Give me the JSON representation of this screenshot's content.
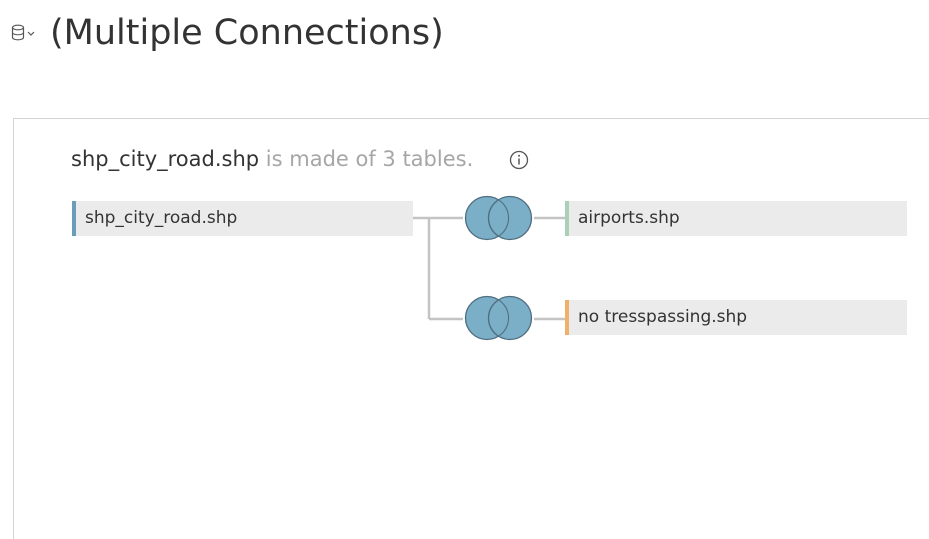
{
  "header": {
    "db_icon": "database-icon",
    "title": "(Multiple Connections)"
  },
  "summary": {
    "source_name": "shp_city_road.shp",
    "description": "is made of 3 tables.",
    "info_icon": "info-icon"
  },
  "tables": {
    "main": "shp_city_road.shp",
    "airports": "airports.shp",
    "no_trespassing": "no tresspassing.shp"
  },
  "joins": [
    {
      "type": "inner-join-icon",
      "left": "shp_city_road.shp",
      "right": "airports.shp"
    },
    {
      "type": "inner-join-icon",
      "left": "shp_city_road.shp",
      "right": "no tresspassing.shp"
    }
  ],
  "colors": {
    "main_table_accent": "#6b9dbb",
    "airports_accent": "#a9d1b8",
    "no_trespassing_accent": "#f0b06a",
    "join_fill": "#7bafc7",
    "table_bg": "#ebebeb"
  }
}
